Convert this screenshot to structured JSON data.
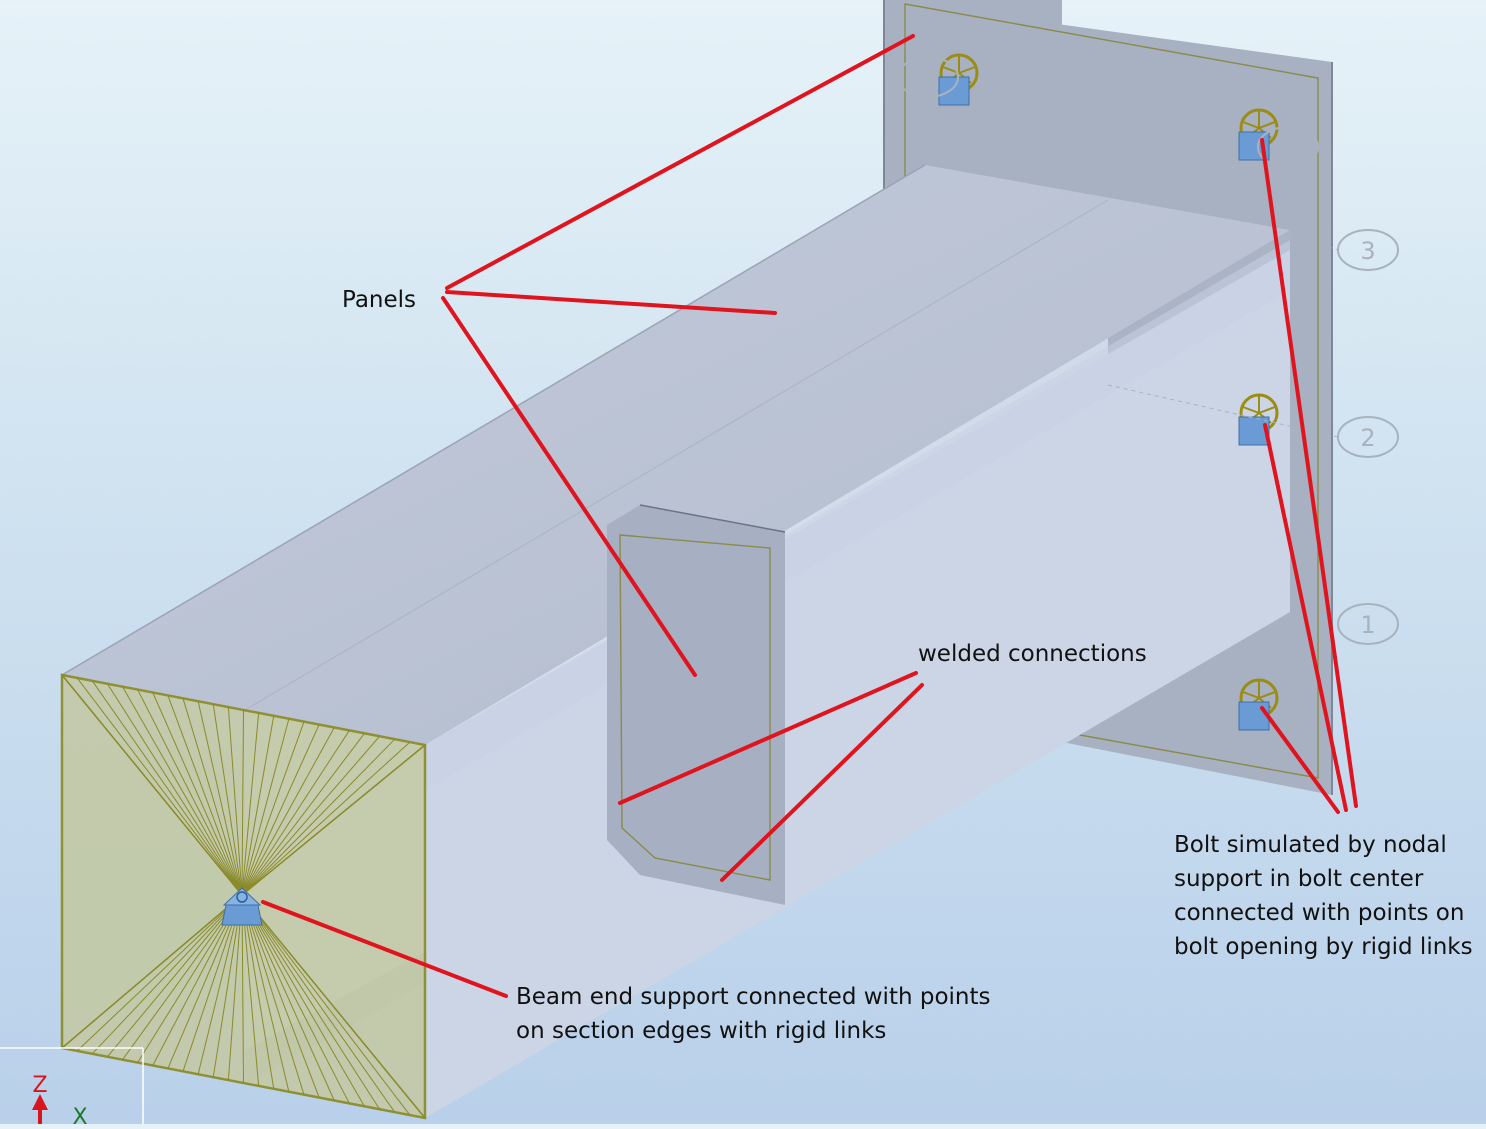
{
  "annotations": {
    "panels": "Panels",
    "welded": "welded connections",
    "bolt_lines": [
      "Bolt simulated by nodal",
      "support in bolt center",
      "connected with points on",
      "bolt opening by rigid links"
    ],
    "beam_end_lines": [
      "Beam end support connected with points",
      "on section edges with rigid links"
    ]
  },
  "grid_markers": {
    "top_plate": [
      "1",
      "2",
      "3"
    ],
    "right_side": [
      "3",
      "2",
      "1"
    ]
  },
  "axes": {
    "z": "Z",
    "x": "X"
  },
  "colors": {
    "leader_line": "#e0141e",
    "panel_face": "#b9c4d4",
    "end_plate": "#a6b0c1",
    "section_face": "#c3c9a6",
    "support": "#6a9bd4",
    "bolt_icon": "#9b8c14",
    "grid_marker": "#a9b3bd"
  },
  "icons": [
    "nodal-support-icon",
    "bolt-support-icon",
    "axis-triad-icon"
  ]
}
